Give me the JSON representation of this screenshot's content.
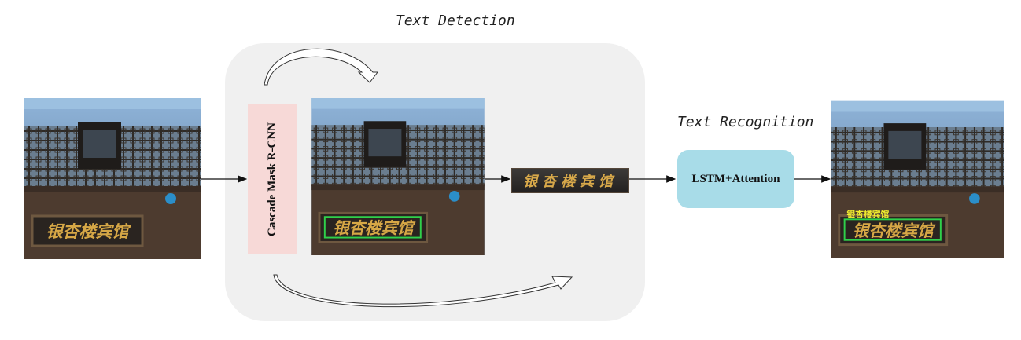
{
  "diagram": {
    "detection_title": "Text Detection",
    "recognition_title": "Text Recognition",
    "detector_label": "Cascade Mask R-CNN",
    "recognizer_label": "LSTM+Attention",
    "sign_text": "银杏楼宾馆",
    "predicted_text": "银杏楼宾馆"
  },
  "colors": {
    "detection_panel": "#f0f0f0",
    "detector_box": "#f7d9d7",
    "recognizer_box": "#a8dce8",
    "detection_box_outline": "#2fd04a",
    "prediction_text": "#f3ef2e",
    "sign_gold": "#d6a746"
  }
}
